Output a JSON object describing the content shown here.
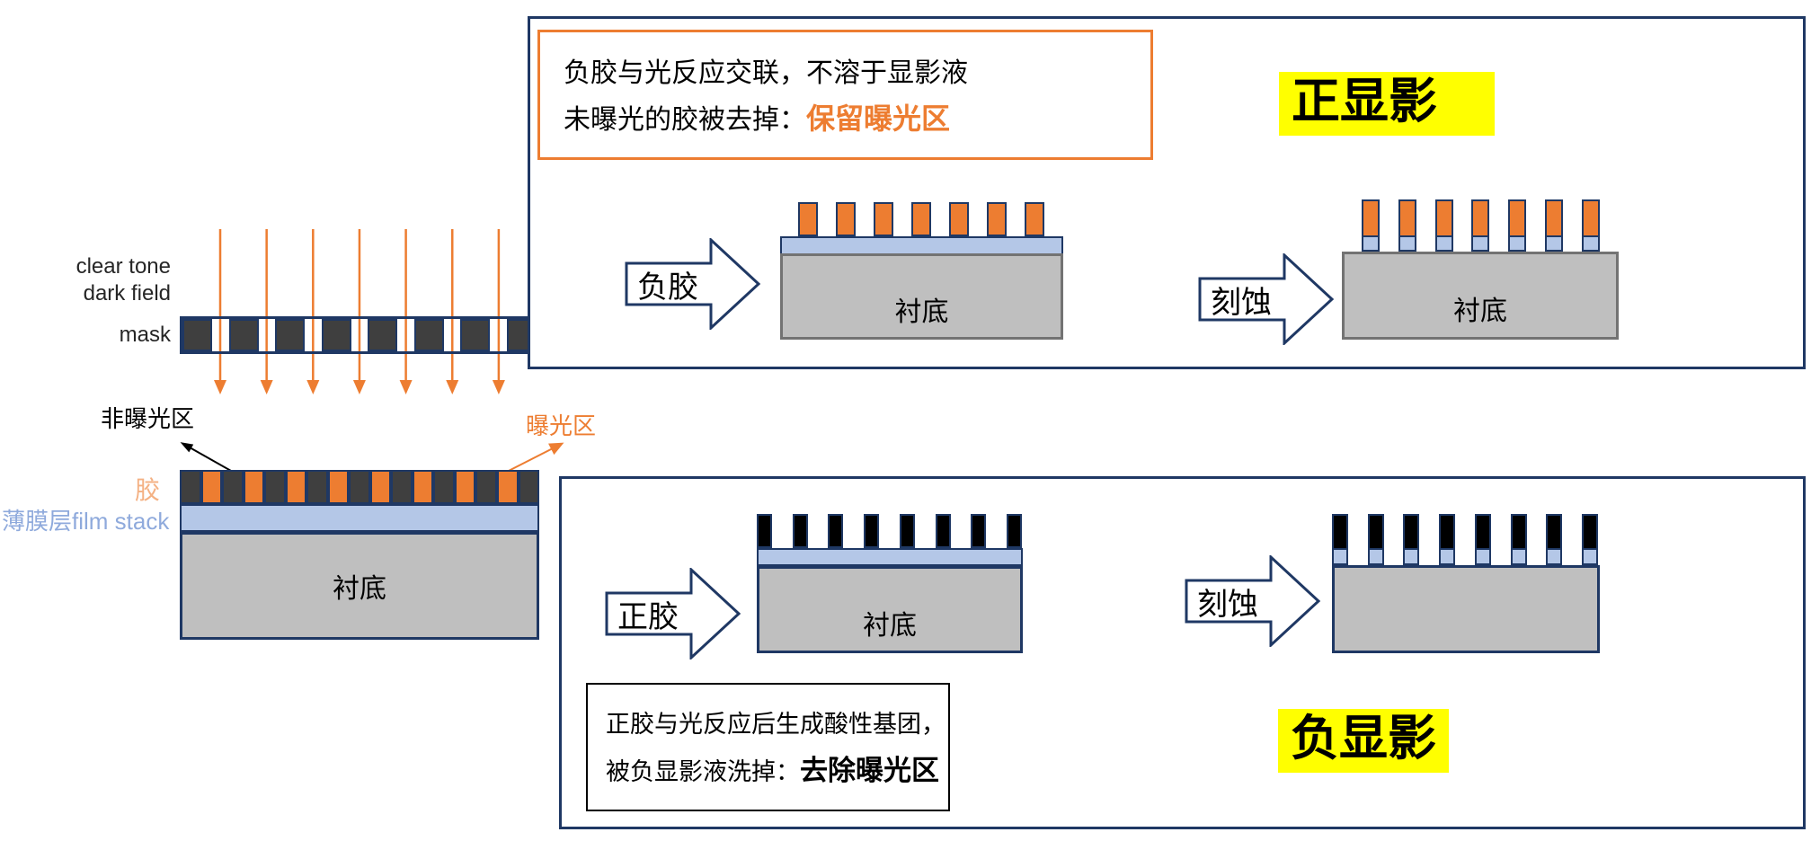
{
  "colors": {
    "navy_border": "#1F3864",
    "orange": "#ED7D31",
    "light_orange_label": "#F4B183",
    "film_blue": "#B4C7E7",
    "film_label_blue": "#8FAADC",
    "substrate_gray": "#BFBFBF",
    "substrate_border_gray": "#737373",
    "mask_dark": "#3F3F3F",
    "resist_black": "#000000",
    "highlight_yellow": "#FFFF00"
  },
  "left_diagram": {
    "clear_tone_label": "clear tone",
    "dark_field_label": "dark field",
    "mask_label": "mask",
    "ray_count": 7,
    "mask_dark_segments": 8,
    "resist_segments": 17,
    "non_exposed_label": "非曝光区",
    "exposed_label": "曝光区",
    "resist_label": "胶",
    "film_label": "薄膜层film stack",
    "substrate_label": "衬底"
  },
  "positive_develop_panel": {
    "title": "正显影",
    "note_line1": "负胶与光反应交联，不溶于显影液",
    "note_line2_prefix": "未曝光的胶被去掉：",
    "note_line2_highlight": "保留曝光区",
    "resist_arrow_label": "负胶",
    "etch_arrow_label": "刻蚀",
    "substrate_label_1": "衬底",
    "substrate_label_2": "衬底",
    "resist_block_count": 7,
    "pillar_count": 7
  },
  "negative_develop_panel": {
    "title": "负显影",
    "resist_arrow_label": "正胶",
    "etch_arrow_label": "刻蚀",
    "substrate_label_1": "衬底",
    "note_line1": "正胶与光反应后生成酸性基团，",
    "note_line2_prefix": "被负显影液洗掉：",
    "note_line2_highlight": "去除曝光区",
    "resist_block_count": 8,
    "pillar_count": 8
  }
}
